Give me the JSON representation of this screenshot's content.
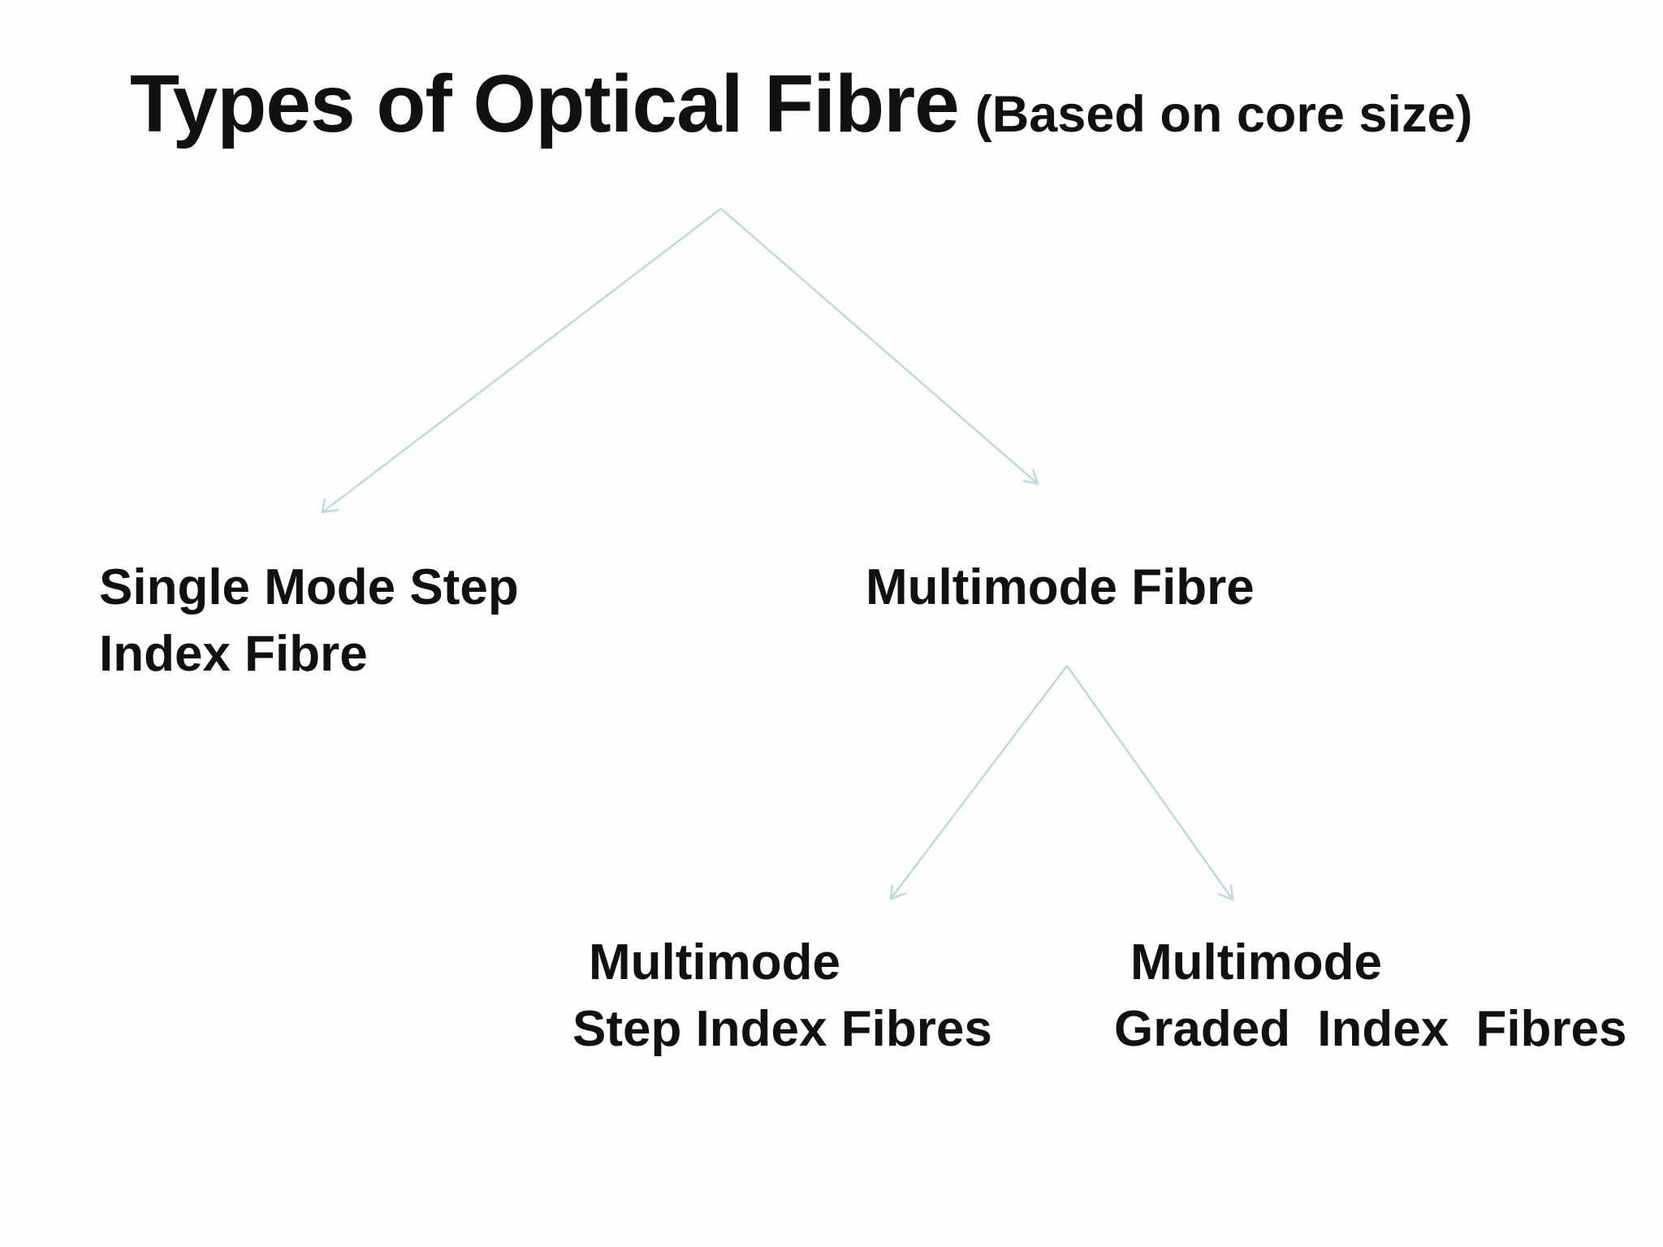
{
  "title": {
    "main": "Types of Optical Fibre",
    "sub": "(Based on core size)"
  },
  "nodes": {
    "single_mode": {
      "line1": "Single Mode Step",
      "line2": "Index Fibre"
    },
    "multimode": {
      "line1": "Multimode Fibre"
    },
    "multimode_step": {
      "line1": "Multimode",
      "line2": "Step Index Fibres"
    },
    "multimode_graded": {
      "line1": "Multimode",
      "line2": "Graded Index Fibres"
    }
  },
  "colors": {
    "connector": "#b9dcdc",
    "text": "#111111",
    "background": "#fefefe"
  }
}
